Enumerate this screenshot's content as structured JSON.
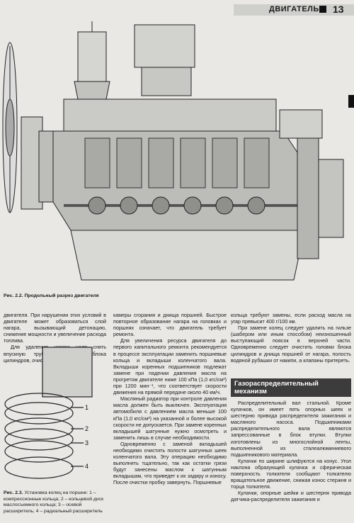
{
  "header": {
    "section": "ДВИГАТЕЛЬ",
    "page_number": "13"
  },
  "figure_2_2": {
    "label": "Рис. 2.2.",
    "caption": "Продольный разрез двигателя"
  },
  "figure_2_3": {
    "label": "Рис. 2.3.",
    "caption": "Установка колец на поршне: 1 – компрессионные кольца; 2 – кольцевой диск маслосъемного кольца; 3 – осевой расширитель; 4 – радиальный расширитель",
    "callouts": [
      "1",
      "2",
      "3",
      "4"
    ]
  },
  "column1": {
    "paragraphs": [
      "двигателя. При нарушении этих условий в двигателе может образоваться слой нагара, вызывающий детонацию, снижение мощности и увеличение расхода топлива.",
      "Для удаления нагара надо снять впускную трубу и головки блока цилиндров, очистить"
    ]
  },
  "column2": {
    "paragraphs": [
      "камеры сгорания и днища поршней. Быстрое повторное образование нагара на головках и поршнях означает, что двигатель требует ремонта.",
      "Для увеличения ресурса двигателя до первого капитального ремонта рекомендуется в процессе эксплуатации заменить поршневые кольца и вкладыши коленчатого вала. Вкладыши коренных подшипников подлежат замене при падении давления масла на прогретом двигателе ниже 100 кПа (1,0 кгс/см²) при 1200 мин⁻¹, что соответствует скорости движения на прямой передаче около 40 км/ч.",
      "Масляный радиатор при контроле давления масла должен быть выключен. Эксплуатация автомобиля с давлением масла меньше 100 кПа (1,0 кгс/см²) на указанной и более высокой скорости не допускается. При замене коренных вкладышей шатунные нужно осмотреть и заменить лишь в случае необходимости.",
      "Одновременно с заменой вкладышей необходимо очистить полости шатунных шеек коленчатого вала. Эту операцию необходимо выполнять тщательно, так как остатки грязи будут занесены маслом к шатунным вкладышам, что приведет к их задиру и износу. После очистки пробку завернуть. Поршневые"
    ]
  },
  "column3": {
    "paragraphs": [
      "кольца требуют замены, если расход масла на угар превысит 400 г/100 км.",
      "При замене колец следует удалить на гильзе (шабером или иным способом) неизношенный выступающий поясок в верхней части. Одновременно следует очистить головки блока цилиндров и днища поршней от нагара, полость водяной рубашки от накипи, а клапаны притереть."
    ],
    "heading": "Газораспределительный механизм",
    "paragraphs2": [
      "Распределительный вал стальной. Кроме кулачков, он имеет пять опорных шеек и шестерню привода распределителя зажигания и масляного насоса. Подшипниками распределительного вала являются запрессованные в блок втулки. Втулки изготовлены из многослойной ленты, выполненной из сталеалюминиевого подшипникового материала.",
      "Кулачки по ширине шлифуются на конус. Угол наклона образующей кулачка и сферическая поверхность толкателя сообщают толкателю вращательное движение, снижая износ стержня и торца толкателя.",
      "Кулачки, опорные шейки и шестерня привода датчика-распределителя зажигания и"
    ]
  },
  "colors": {
    "paper": "#e9e8e4",
    "ink": "#1a1a1a",
    "heading_bg": "#3c3c3c"
  }
}
